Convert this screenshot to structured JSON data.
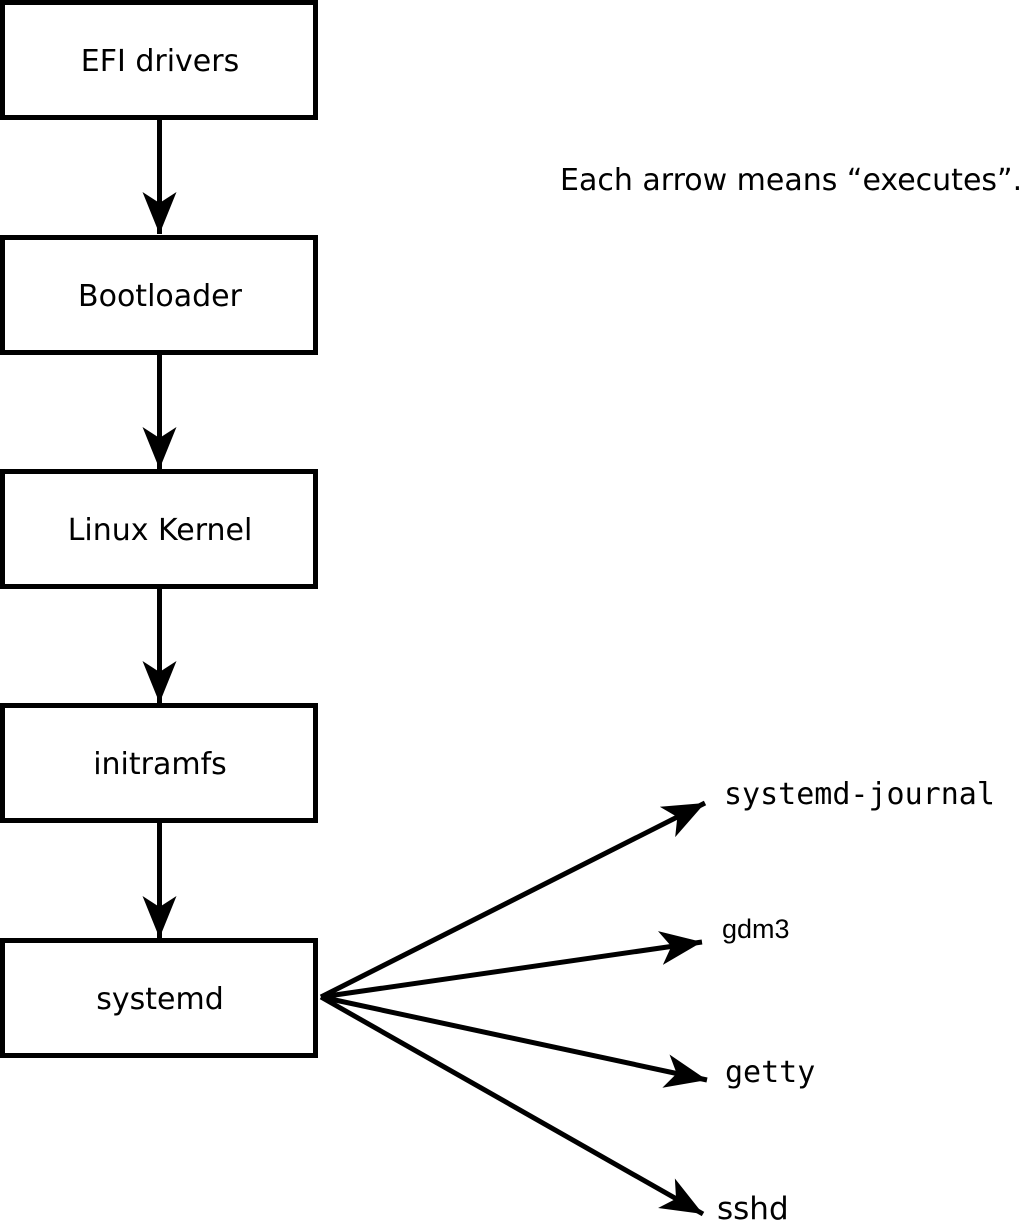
{
  "caption": "Each arrow means “executes”.",
  "boxes": [
    {
      "id": "efi-drivers",
      "label": "EFI drivers"
    },
    {
      "id": "bootloader",
      "label": "Bootloader"
    },
    {
      "id": "linux-kernel",
      "label": "Linux Kernel"
    },
    {
      "id": "initramfs",
      "label": "initramfs"
    },
    {
      "id": "systemd",
      "label": "systemd"
    }
  ],
  "leaves": [
    {
      "id": "systemd-journal",
      "label": "systemd-journal"
    },
    {
      "id": "gdm3",
      "label": "gdm3"
    },
    {
      "id": "getty",
      "label": "getty"
    },
    {
      "id": "sshd",
      "label": "sshd"
    }
  ],
  "colors": {
    "line": "#000000",
    "background": "#ffffff",
    "box_fill": "#ffffff"
  }
}
